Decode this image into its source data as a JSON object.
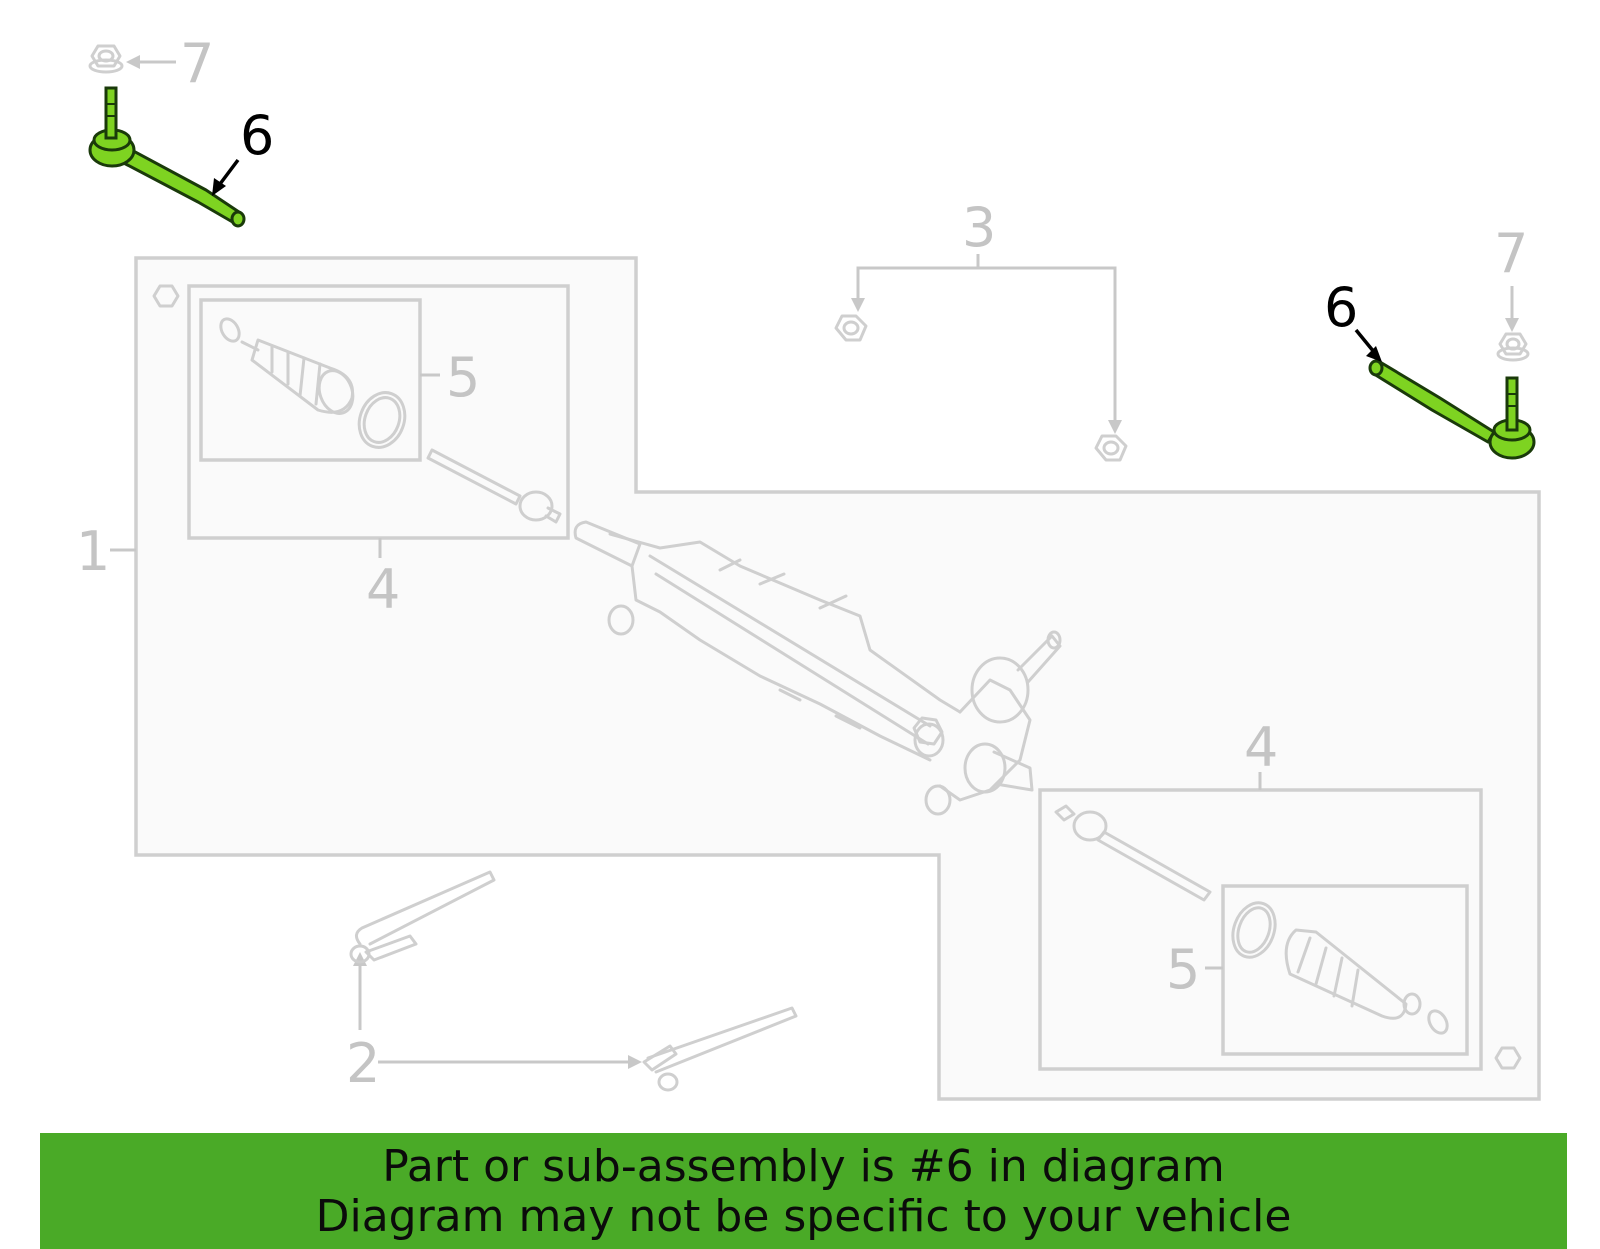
{
  "callouts": {
    "c1": "1",
    "c2": "2",
    "c3": "3",
    "c4_top": "4",
    "c4_bottom": "4",
    "c5_top": "5",
    "c5_bottom": "5",
    "c6_left": "6",
    "c6_right": "6",
    "c7_left": "7",
    "c7_right": "7"
  },
  "highlight": {
    "part_number": "6",
    "color": "#7ed321"
  },
  "banner": {
    "line1": "Part or sub-assembly is #6 in diagram",
    "line2": "Diagram may not be specific to your vehicle",
    "color": "#4aaa27"
  }
}
